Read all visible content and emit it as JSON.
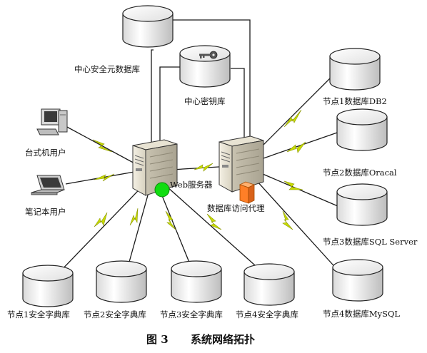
{
  "labels": {
    "central_security_db": "中心安全元数据库",
    "central_key_db": "中心密钥库",
    "desktop_user": "台式机用户",
    "laptop_user": "笔记本用户",
    "web_server": "Web服务器",
    "db_proxy": "数据库访问代理",
    "node1_db": "节点1数据库DB2",
    "node2_db": "节点2数据库Oracal",
    "node3_db": "节点3数据库SQL Server",
    "node4_db": "节点4数据库MySQL",
    "node1_dict": "节点1安全字典库",
    "node2_dict": "节点2安全字典库",
    "node3_dict": "节点3安全字典库",
    "node4_dict": "节点4安全字典库"
  },
  "caption": {
    "figure": "图 3",
    "title": "系统网络拓扑"
  },
  "colors": {
    "link_line": "#1a1a1a",
    "lightning": "#c8dc00",
    "status_indicator": "#11dd11",
    "firewall": "#ff7f27"
  },
  "icons": [
    "database-cylinder-icon",
    "key-icon",
    "server-tower-icon",
    "desktop-computer-icon",
    "laptop-icon",
    "firewall-icon",
    "lightning-bolt-icon"
  ]
}
